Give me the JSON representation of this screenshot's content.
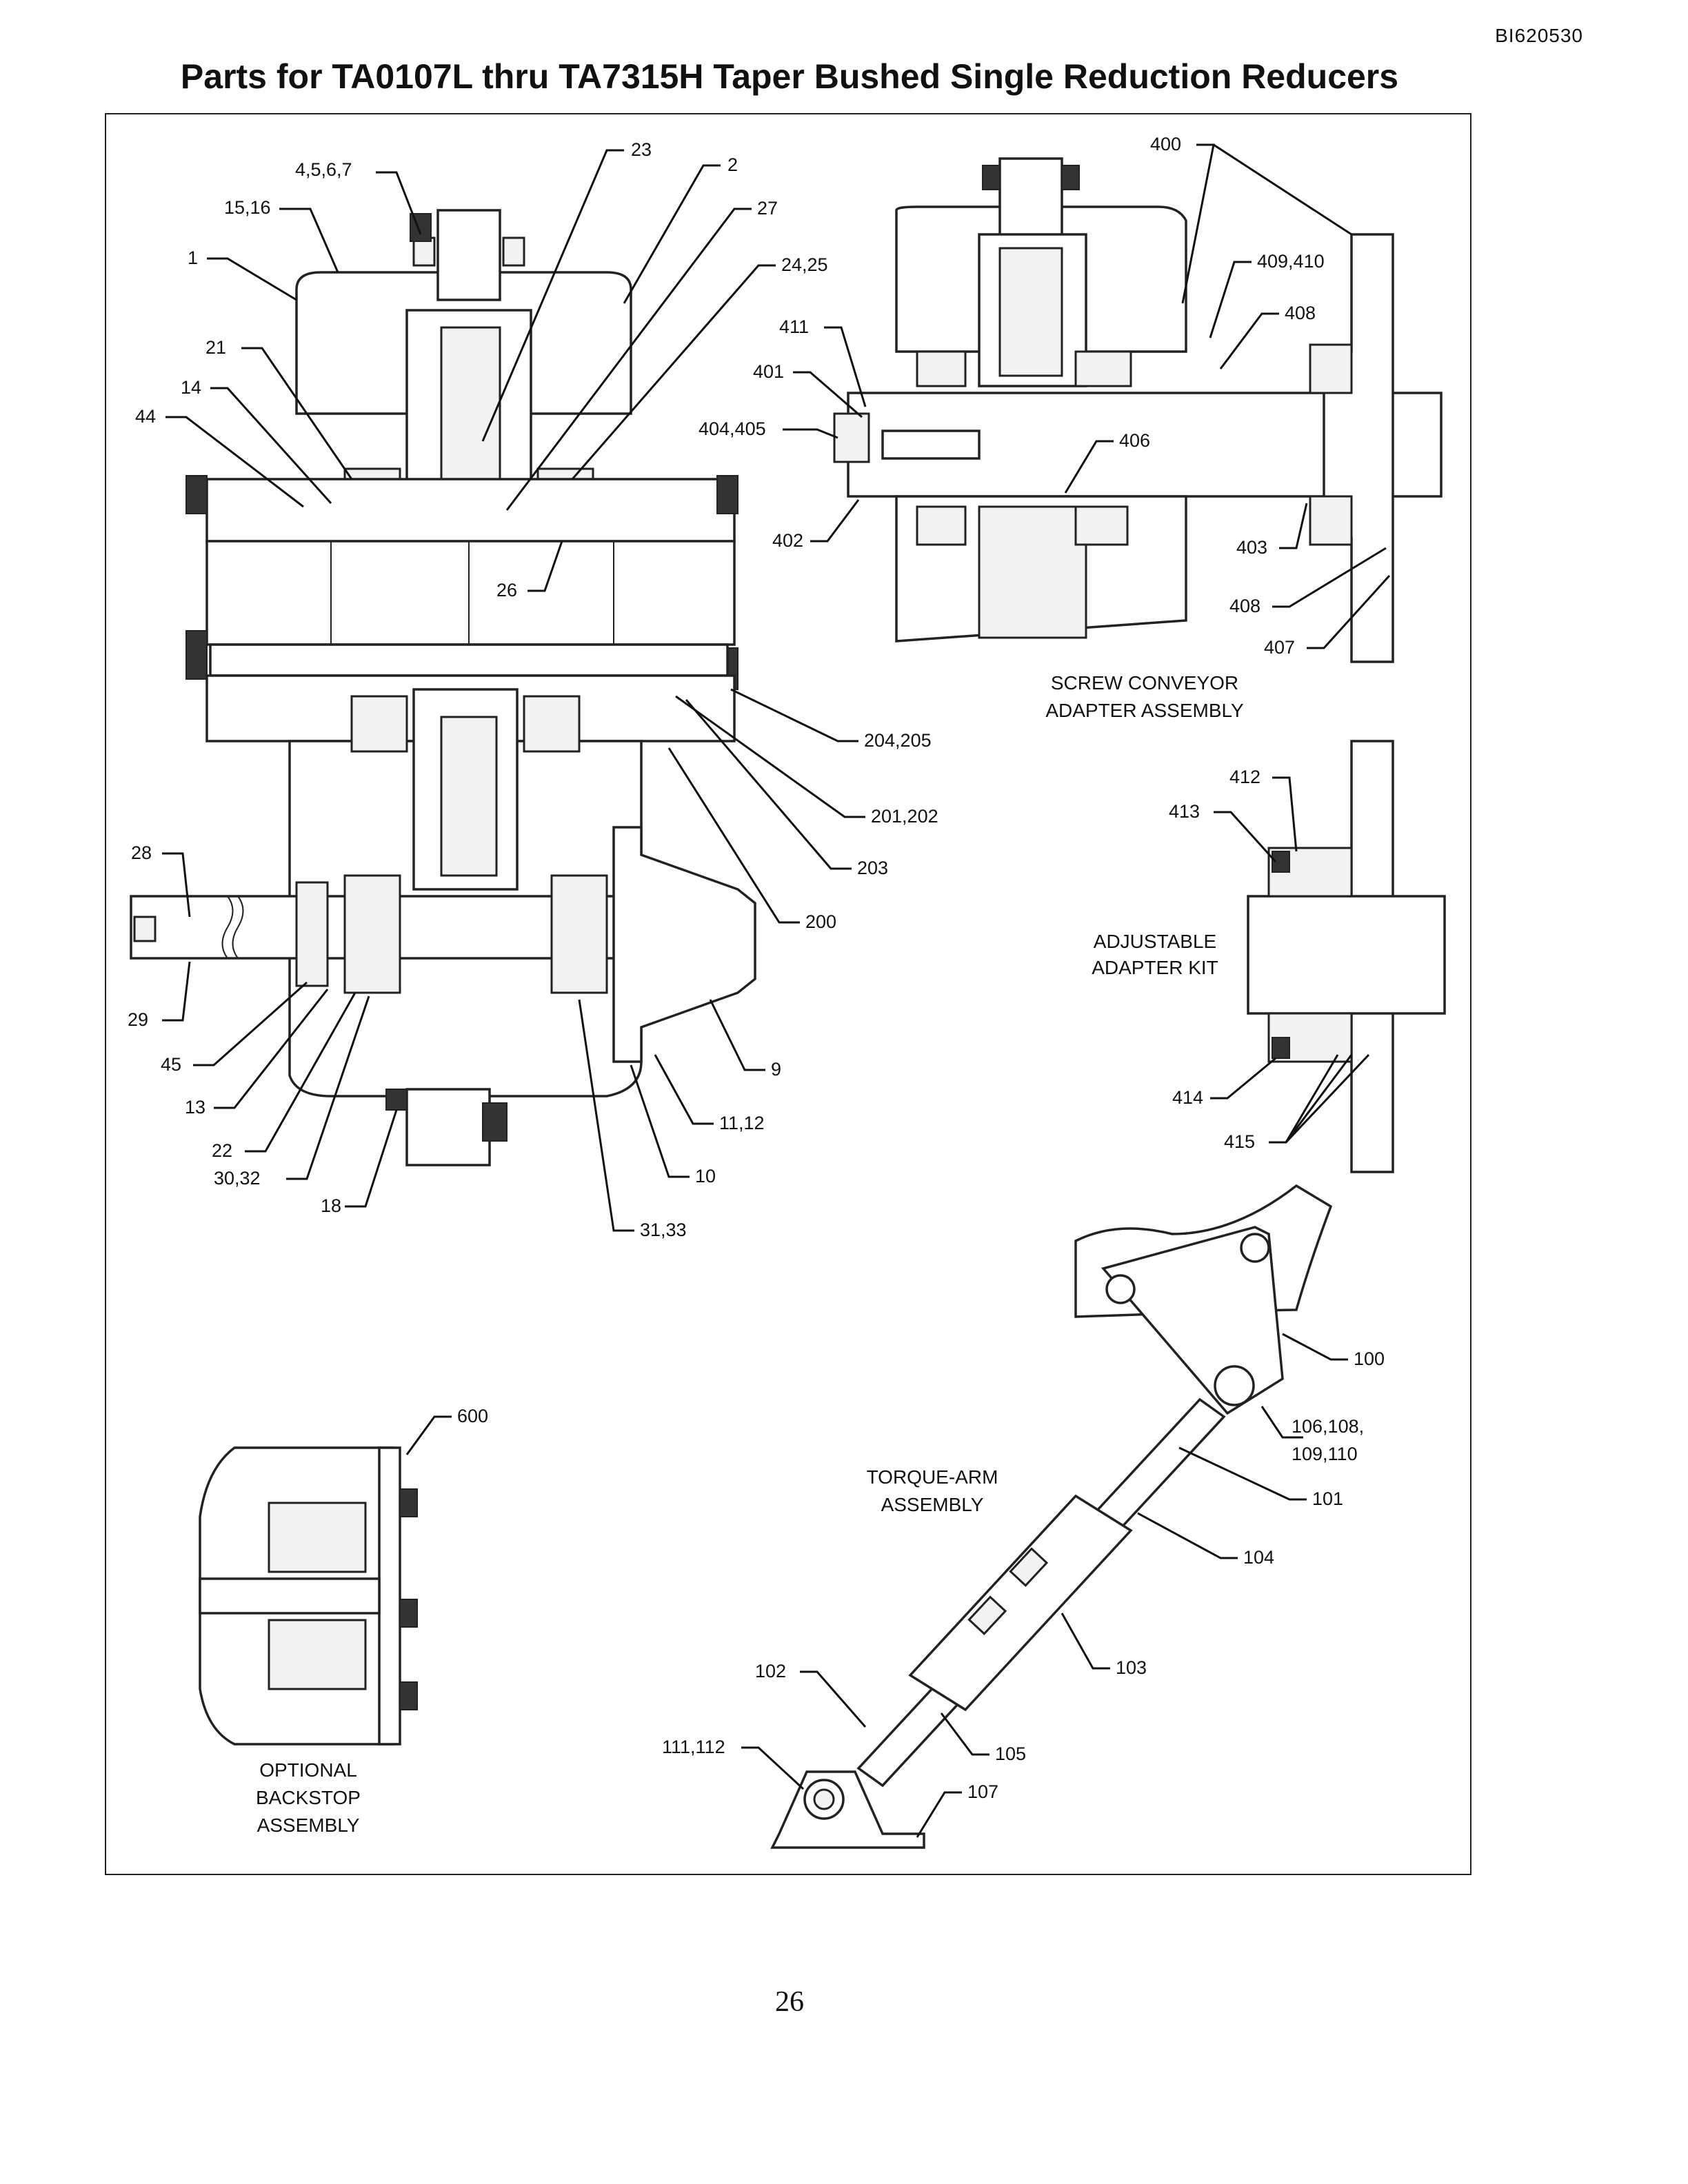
{
  "header": {
    "doc_code": "BI620530",
    "title": "Parts for TA0107L thru TA7315H Taper Bushed Single Reduction Reducers"
  },
  "captions": {
    "screw_conveyor": [
      "SCREW CONVEYOR",
      "ADAPTER ASSEMBLY"
    ],
    "adjustable": [
      "ADJUSTABLE",
      "ADAPTER KIT"
    ],
    "torque_arm": [
      "TORQUE-ARM",
      "ASSEMBLY"
    ],
    "backstop": [
      "OPTIONAL",
      "BACKSTOP",
      "ASSEMBLY"
    ]
  },
  "callouts": {
    "c_4567": "4,5,6,7",
    "c_1516": "15,16",
    "c_1": "1",
    "c_21": "21",
    "c_14": "14",
    "c_44": "44",
    "c_23": "23",
    "c_2": "2",
    "c_27": "27",
    "c_2425": "24,25",
    "c_26": "26",
    "c_204205": "204,205",
    "c_201202": "201,202",
    "c_203": "203",
    "c_200": "200",
    "c_28": "28",
    "c_29": "29",
    "c_45": "45",
    "c_13": "13",
    "c_22": "22",
    "c_3032": "30,32",
    "c_18": "18",
    "c_3133": "31,33",
    "c_10": "10",
    "c_1112": "11,12",
    "c_9": "9",
    "c_400": "400",
    "c_409410": "409,410",
    "c_408a": "408",
    "c_411": "411",
    "c_401": "401",
    "c_404405": "404,405",
    "c_406": "406",
    "c_402": "402",
    "c_403": "403",
    "c_408b": "408",
    "c_407": "407",
    "c_412": "412",
    "c_413": "413",
    "c_414": "414",
    "c_415": "415",
    "c_100": "100",
    "c_106": "106,108,",
    "c_109": "109,110",
    "c_101": "101",
    "c_104": "104",
    "c_103": "103",
    "c_102": "102",
    "c_105": "105",
    "c_111112": "111,112",
    "c_107": "107",
    "c_600": "600"
  },
  "footer": {
    "page_number": "26"
  }
}
